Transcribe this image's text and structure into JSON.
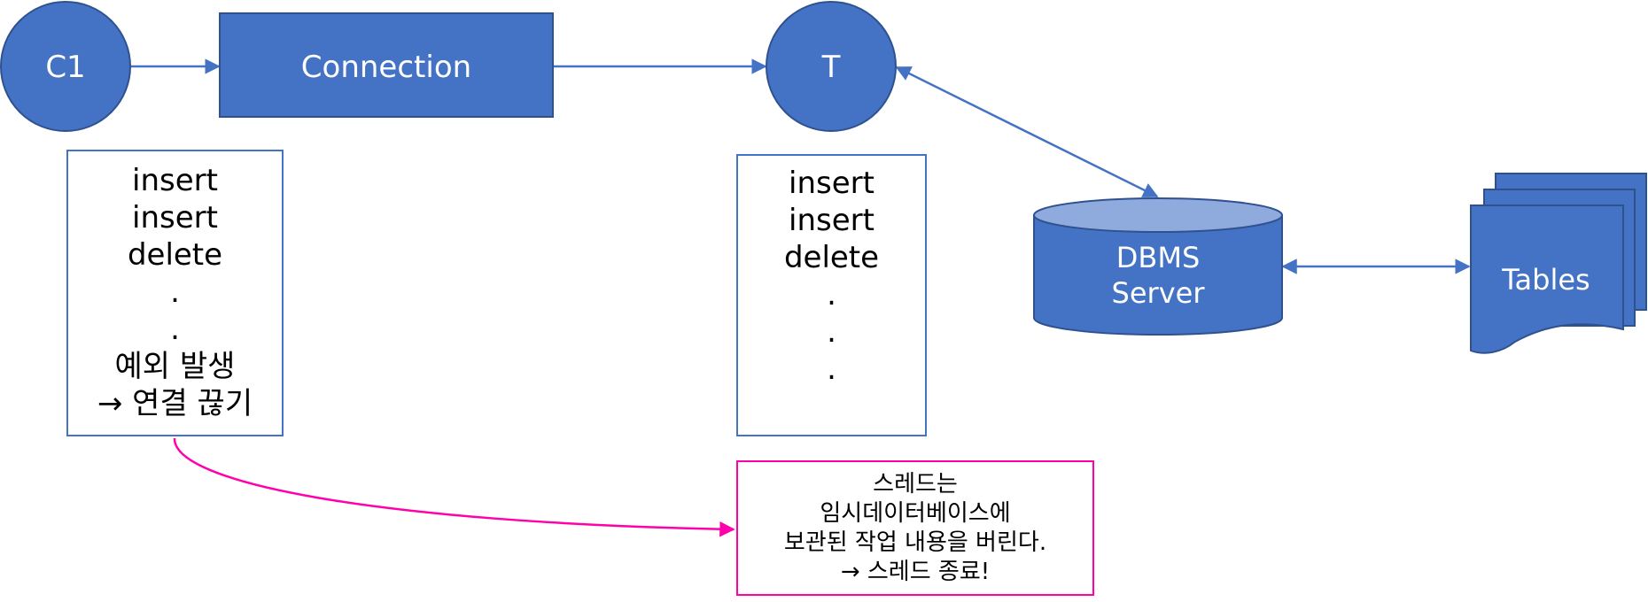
{
  "nodes": {
    "c1": "C1",
    "connection": "Connection",
    "t": "T",
    "dbms_line1": "DBMS",
    "dbms_line2": "Server",
    "tables": "Tables"
  },
  "client_ops": [
    "insert",
    "insert",
    "delete",
    ".",
    ".",
    "예외 발생",
    "→ 연결 끊기"
  ],
  "thread_ops": [
    "insert",
    "insert",
    "delete",
    ".",
    ".",
    "."
  ],
  "note": [
    "스레드는",
    "임시데이터베이스에",
    "보관된 작업 내용을 버린다.",
    "→ 스레드 종료!"
  ],
  "colors": {
    "shape_fill": "#4472c4",
    "shape_stroke": "#2f528f",
    "cylinder_top": "#8faadc",
    "connector": "#4472c4",
    "highlight": "#ff00aa"
  }
}
